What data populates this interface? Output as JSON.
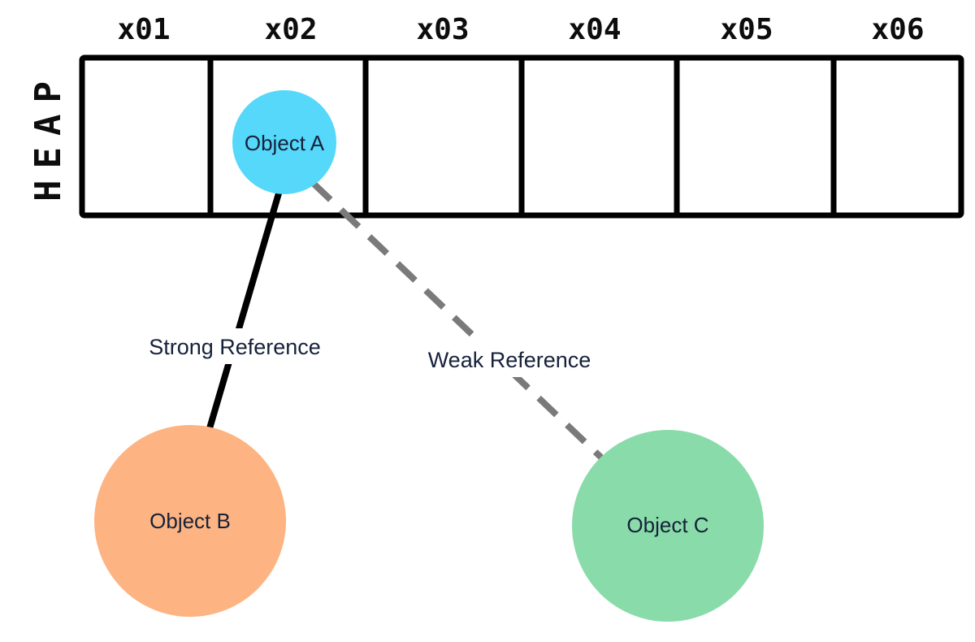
{
  "heap": {
    "label": "HEAP",
    "addresses": [
      "x01",
      "x02",
      "x03",
      "x04",
      "x05",
      "x06"
    ]
  },
  "objects": {
    "a": {
      "label": "Object A",
      "color": "#55d8fa"
    },
    "b": {
      "label": "Object B",
      "color": "#fdb482"
    },
    "c": {
      "label": "Object C",
      "color": "#89dca9"
    }
  },
  "references": {
    "strong": {
      "label": "Strong Reference",
      "color": "#000000"
    },
    "weak": {
      "label": "Weak Reference",
      "color": "#7a7a7a"
    }
  }
}
